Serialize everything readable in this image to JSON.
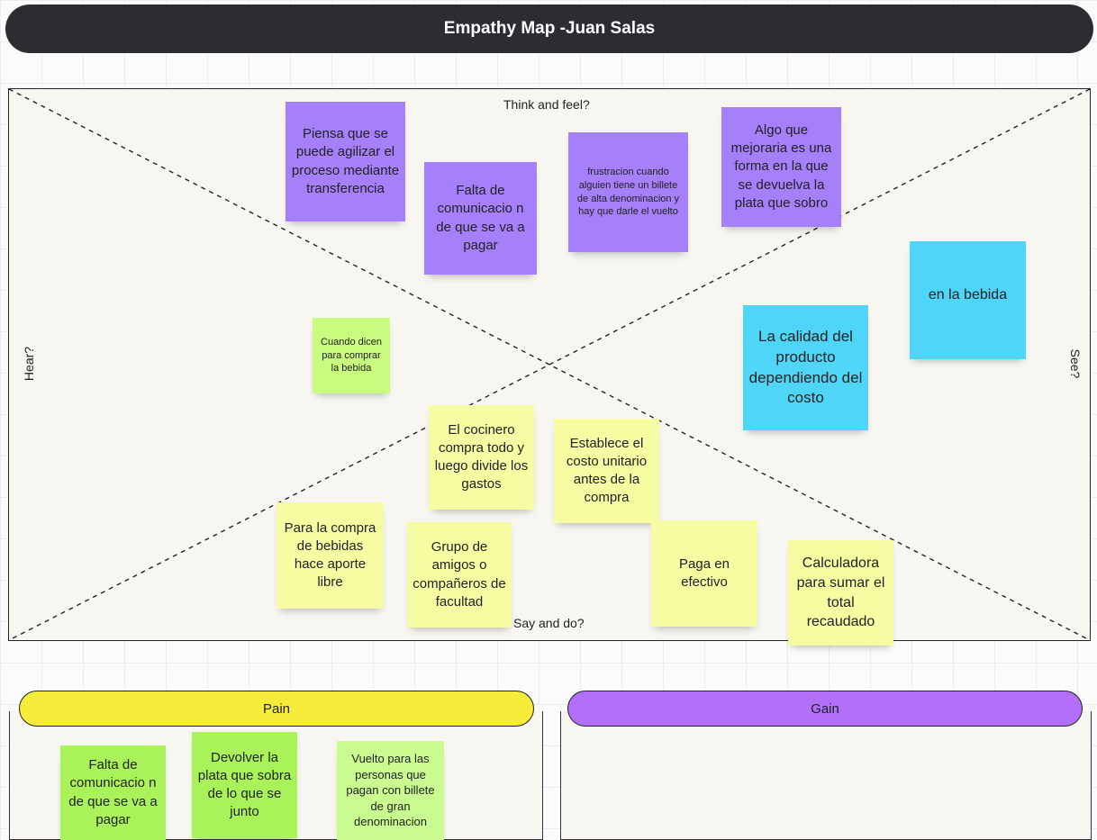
{
  "title": "Empathy Map -Juan Salas",
  "quadrants": {
    "top": "Think and feel?",
    "bottom": "Say and do?",
    "left": "Hear?",
    "right": "See?"
  },
  "notes": {
    "think1": "Piensa que se puede agilizar el proceso mediante transferencia",
    "think2": "Falta de comunicacio n de que se va a pagar",
    "think3": "frustracion cuando alguien tiene un billete de alta denominacion y hay que darle el vuelto",
    "think4": "Algo que mejoraria es una forma en la que se devuelva la plata que sobro",
    "hear1": "Cuando dicen para comprar la bebida",
    "see1": "en la bebida",
    "see2": "La calidad del producto dependiendo del costo",
    "say1": "El cocinero compra todo y luego divide los gastos",
    "say2": "Establece el costo unitario antes de la compra",
    "say3": "Para la compra de bebidas hace aporte libre",
    "say4": "Grupo de amigos o compañeros de facultad",
    "say5": "Paga en efectivo",
    "say6": "Calculadora para sumar el total recaudado"
  },
  "pain": {
    "label": "Pain",
    "notes": [
      "Falta de comunicacio n de que se va a pagar",
      "Devolver la plata que sobra de lo que se junto",
      "Vuelto para las personas que pagan con billete de gran denominacion"
    ]
  },
  "gain": {
    "label": "Gain"
  },
  "colors": {
    "title_bg": "#2b2d31",
    "purple_note": "#a580fa",
    "green_note": "#c8fb7e",
    "blue_note": "#4fd5f7",
    "yellow_note": "#f5fca2",
    "pain_pill": "#f7ec3a",
    "gain_pill": "#b46ff8"
  }
}
